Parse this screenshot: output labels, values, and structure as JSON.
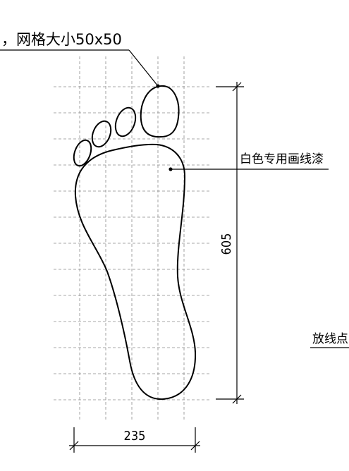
{
  "grid_note": "，网格大小50x50",
  "paint_label": "白色专用画线漆",
  "setout_label": "放线点",
  "dim_height": "605",
  "dim_width": "235",
  "colors": {
    "ink": "#000000",
    "grid": "#8a8a8a",
    "background": "#ffffff"
  }
}
